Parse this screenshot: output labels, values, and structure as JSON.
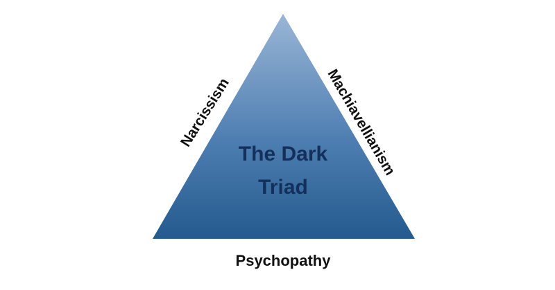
{
  "diagram": {
    "center_line1": "The Dark",
    "center_line2": "Triad",
    "left_label": "Narcissism",
    "right_label": "Machiavellianism",
    "bottom_label": "Psychopathy"
  },
  "colors": {
    "background": "#ffffff",
    "triangle_top": "#9ab6d6",
    "triangle_bottom": "#245a8e",
    "center_text": "#14305a",
    "label_text": "#111111"
  }
}
